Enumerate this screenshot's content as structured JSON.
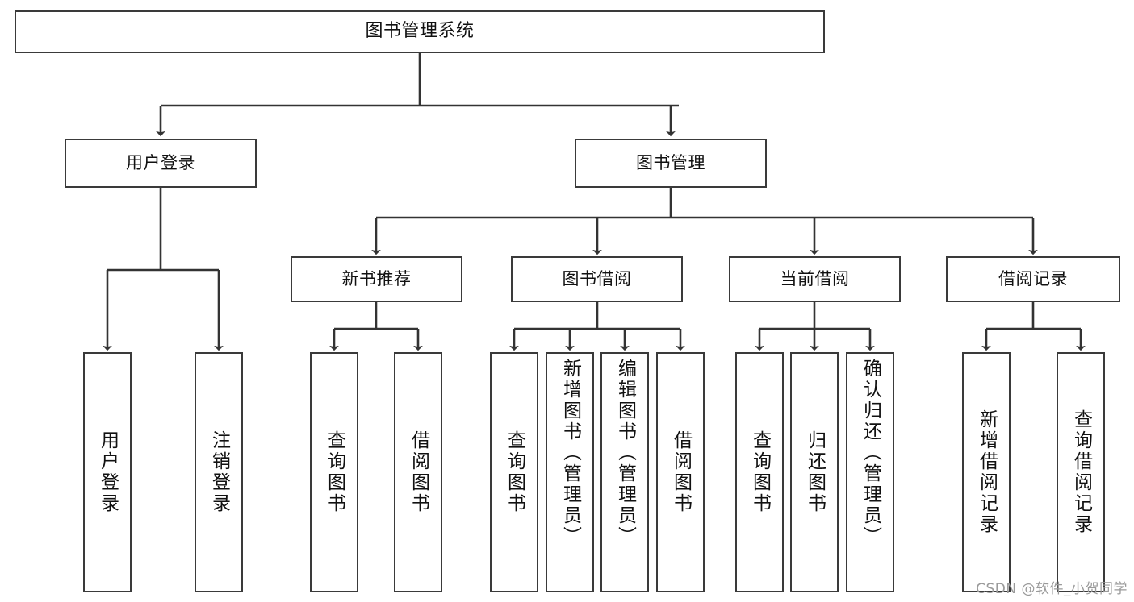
{
  "diagram": {
    "title": "图书管理系统",
    "type": "tree",
    "orientation": "top-down",
    "colors": {
      "box_border": "#3a3a3a",
      "box_fill": "#ffffff",
      "edge": "#333333",
      "text": "#111111",
      "watermark": "#9a9a9a",
      "background": "#ffffff"
    },
    "watermark": "CSDN @软件_小贺同学",
    "levels": {
      "root": {
        "label": "图书管理系统"
      },
      "level2": [
        {
          "id": "user-login",
          "label": "用户登录"
        },
        {
          "id": "book-manage",
          "label": "图书管理"
        }
      ],
      "level3": [
        {
          "id": "new-book-recommend",
          "label": "新书推荐"
        },
        {
          "id": "book-borrow",
          "label": "图书借阅"
        },
        {
          "id": "current-borrow",
          "label": "当前借阅"
        },
        {
          "id": "borrow-record",
          "label": "借阅记录"
        }
      ],
      "leaves": [
        {
          "id": "leaf-user-login",
          "label": "用户登录",
          "parent": "user-login"
        },
        {
          "id": "leaf-logout-login",
          "label": "注销登录",
          "parent": "user-login"
        },
        {
          "id": "leaf-query-book-1",
          "label": "查询图书",
          "parent": "new-book-recommend"
        },
        {
          "id": "leaf-borrow-book-1",
          "label": "借阅图书",
          "parent": "new-book-recommend"
        },
        {
          "id": "leaf-query-book-2",
          "label": "查询图书",
          "parent": "book-borrow"
        },
        {
          "id": "leaf-add-book",
          "label": "新增图书（管理员）",
          "parent": "book-borrow"
        },
        {
          "id": "leaf-edit-book",
          "label": "编辑图书（管理员）",
          "parent": "book-borrow"
        },
        {
          "id": "leaf-borrow-book-2",
          "label": "借阅图书",
          "parent": "book-borrow"
        },
        {
          "id": "leaf-query-book-3",
          "label": "查询图书",
          "parent": "current-borrow"
        },
        {
          "id": "leaf-return-book",
          "label": "归还图书",
          "parent": "current-borrow"
        },
        {
          "id": "leaf-confirm-return",
          "label": "确认归还（管理员）",
          "parent": "current-borrow"
        },
        {
          "id": "leaf-add-record",
          "label": "新增借阅记录",
          "parent": "borrow-record"
        },
        {
          "id": "leaf-query-record",
          "label": "查询借阅记录",
          "parent": "borrow-record"
        }
      ]
    }
  }
}
